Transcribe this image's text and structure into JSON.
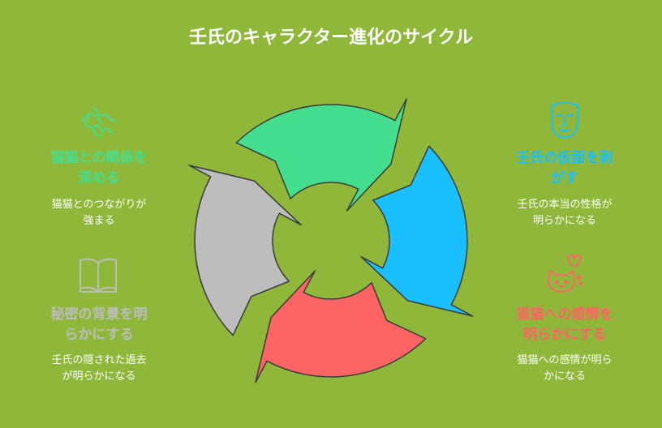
{
  "title": "壬氏のキャラクター進化のサイクル",
  "colors": {
    "background": "#8fb83a",
    "green": "#43df8e",
    "blue": "#19bfff",
    "red": "#fe6464",
    "gray": "#bdbdbd",
    "outline": "#3a3a3a"
  },
  "stages": [
    {
      "id": "unmask",
      "heading_line1": "壬氏の仮面を剥",
      "heading_line2": "がす",
      "desc_line1": "壬氏の本当の性格が",
      "desc_line2": "明らかになる",
      "color": "#19bfff",
      "icon": "mask-icon"
    },
    {
      "id": "cat-feelings",
      "heading_line1": "猫猫への感情を",
      "heading_line2": "明らかにする",
      "desc_line1": "猫猫への感情が明ら",
      "desc_line2": "かになる",
      "color": "#fe6464",
      "icon": "cat-heart-icon"
    },
    {
      "id": "secret-past",
      "heading_line1": "秘密の背景を明",
      "heading_line2": "らかにする",
      "desc_line1": "壬氏の隠された過去",
      "desc_line2": "が明らかになる",
      "color": "#bdbdbd",
      "icon": "book-icon"
    },
    {
      "id": "deepen-bond",
      "heading_line1": "猫猫との関係を",
      "heading_line2": "深める",
      "desc_line1": "猫猫とのつながりが",
      "desc_line2": "強まる",
      "color": "#43df8e",
      "icon": "handshake-icon"
    }
  ]
}
